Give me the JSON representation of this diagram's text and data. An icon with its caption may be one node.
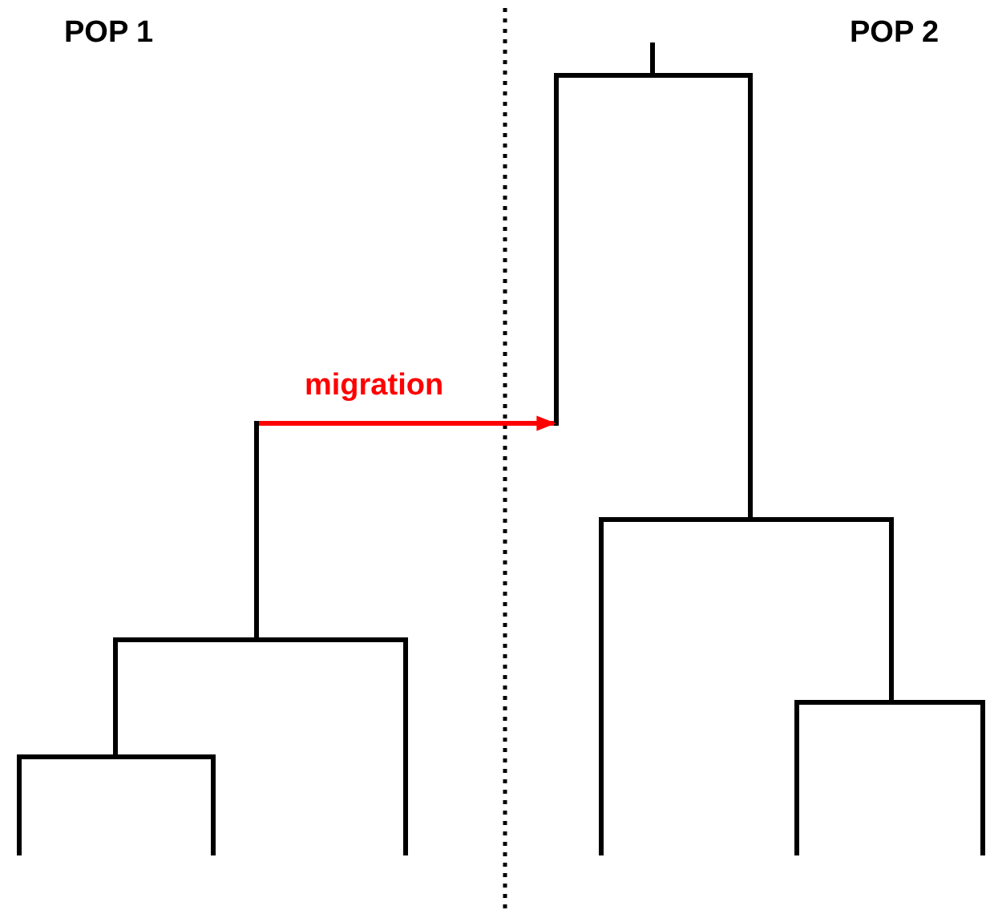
{
  "diagram": {
    "nodes": [
      {
        "text": [],
        "shape": "line"
      },
      {
        "text": [],
        "shape": "line"
      }
    ],
    "edges": [
      {
        "from": 0,
        "to": 1,
        "arrow": "to",
        "label": "migration",
        "color": "#ff0000"
      }
    ],
    "labels": [
      "POP 1",
      "POP 2"
    ]
  }
}
